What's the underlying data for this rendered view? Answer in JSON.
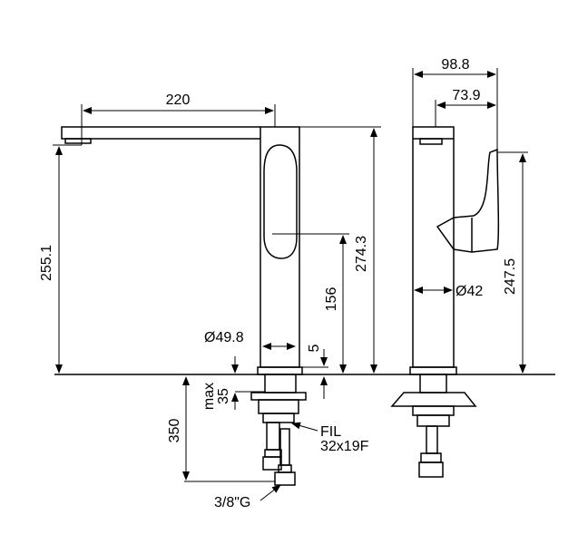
{
  "dimensions": {
    "spout_reach": "220",
    "spout_height": "255.1",
    "total_height": "274.3",
    "lever_height": "156",
    "body_diameter": "Ø49.8",
    "base_offset": "5",
    "max_counter_thickness_label": "max",
    "max_counter_thickness": "35",
    "hose_length": "350",
    "thread_label_1": "FIL",
    "thread_label_2": "32x19F",
    "connection": "3/8\"G",
    "side_depth_total": "98.8",
    "side_depth_handle": "73.9",
    "side_diameter": "Ø42",
    "side_height": "247.5"
  }
}
